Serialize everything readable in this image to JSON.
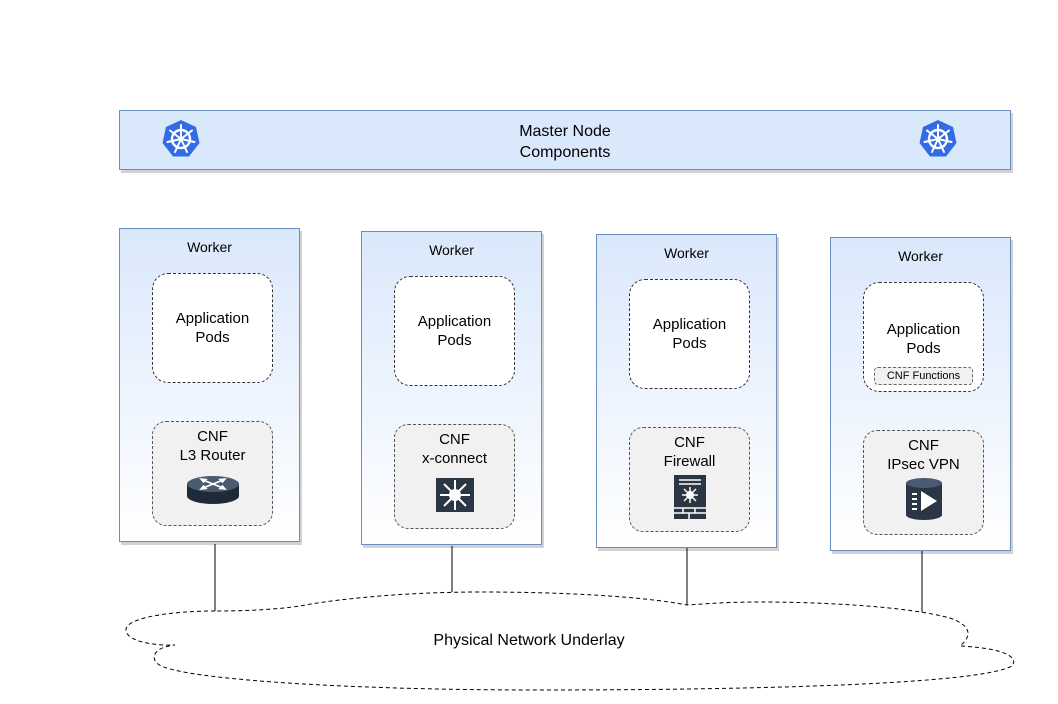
{
  "master": {
    "title": "Master Node\nComponents"
  },
  "workers": [
    {
      "label": "Worker",
      "pods": "Application\nPods",
      "cnf_label": "CNF\nL3 Router",
      "cnf_icon": "router-icon"
    },
    {
      "label": "Worker",
      "pods": "Application\nPods",
      "cnf_label": "CNF\nx-connect",
      "cnf_icon": "switch-icon"
    },
    {
      "label": "Worker",
      "pods": "Application\nPods",
      "cnf_label": "CNF\nFirewall",
      "cnf_icon": "firewall-icon"
    },
    {
      "label": "Worker",
      "pods": "Application\nPods",
      "pods_tag": "CNF Functions",
      "cnf_label": "CNF\nIPsec VPN",
      "cnf_icon": "vpn-icon"
    }
  ],
  "underlay": {
    "label": "Physical Network Underlay"
  },
  "colors": {
    "node_fill": "#dae8fc",
    "node_stroke": "#6c8ebf",
    "k8s_blue": "#326ce5",
    "device_dark": "#2b3644"
  }
}
